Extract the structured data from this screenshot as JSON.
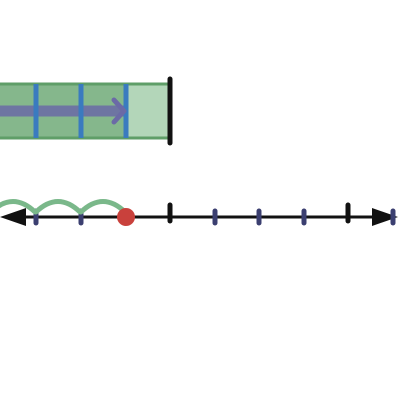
{
  "colors": {
    "bar_fill": "#b3d6b9",
    "bar_border": "#5f9e68",
    "divider": "#3a7bbf",
    "inner_arrow": "#6b6aa6",
    "end_line": "#111111",
    "axis": "#111111",
    "minor_tick": "#3b3f70",
    "hop": "#7ab88a",
    "point": "#c9413c"
  },
  "icons": {
    "arrow_left": "arrow-left-icon",
    "arrow_right": "arrow-right-icon",
    "inner_arrow": "chevron-right-icon"
  },
  "diagram": {
    "tape": {
      "shaded_sections": 3,
      "has_inner_arrow": true
    },
    "number_line": {
      "hops": 3,
      "point_marked": true,
      "ticks": [
        "minor",
        "minor",
        "major",
        "minor",
        "minor",
        "minor",
        "major",
        "minor"
      ]
    }
  }
}
